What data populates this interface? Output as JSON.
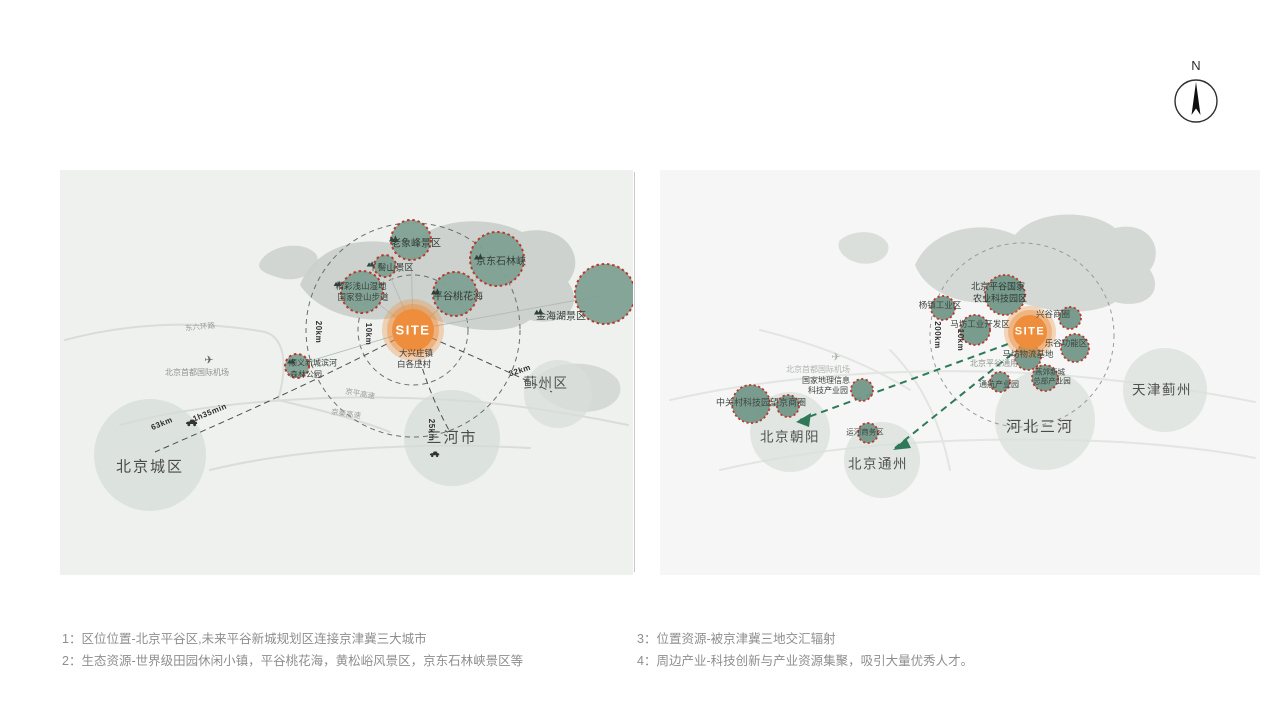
{
  "compass": {
    "n": "N"
  },
  "left_map": {
    "site": "SITE",
    "site_town": "大兴庄镇",
    "site_village": "白各庄村",
    "spots": {
      "laoxiangfeng": "老象峰景区",
      "yajishan": "丫髻山景区",
      "shilinxia": "京东石林峡",
      "taohuahai": "平谷桃花海",
      "jinhaihu": "金海湖景区",
      "trail_line1": "精彩浅山湿地",
      "trail_line2": "国家登山步道",
      "shunyi_line1": "顺义新城滨河",
      "shunyi_line2": "森林公园"
    },
    "cities": {
      "beijing": "北京城区",
      "sanhe": "三河市",
      "jizhou": "蓟州区"
    },
    "roads": {
      "dongliuhuan": "东六环路",
      "jingping": "京平高速",
      "jingqin": "京秦高速"
    },
    "airport": "北京首都国际机场",
    "distances": {
      "ring_outer": "20km",
      "ring_inner": "10km",
      "to_beijing": "63km",
      "to_beijing_time": "1h35min",
      "to_sanhe": "25km",
      "to_jizhou": "32km"
    }
  },
  "right_map": {
    "site": "SITE",
    "parks": {
      "zhongguancun": "中关村科技园",
      "wangjing": "望京商圈",
      "geo_line1": "国家地理信息",
      "geo_line2": "科技产业园",
      "yunhe": "运河商务区",
      "yangzhen": "杨镇工业区",
      "mafang_industry": "马坊工业开发区",
      "agri_line1": "北京平谷国家",
      "agri_line2": "农业科技园区",
      "xinggu": "兴谷商圈",
      "legu": "乐谷功能区",
      "mafang_logistics": "马坊物流基地",
      "tongyong": "北京平谷通用",
      "tonghang": "通航产业园",
      "yanjiao_line1": "燕郊新城",
      "yanjiao_line2": "总部产业园"
    },
    "cities": {
      "chaoyang": "北京朝阳",
      "tongzhou": "北京通州",
      "sanhe": "河北三河",
      "jizhou": "天津蓟州"
    },
    "airport": "北京首都国际机场",
    "distances": {
      "ring_outer": "200km",
      "ring_inner": "10km"
    }
  },
  "captions": {
    "left": [
      "1：区位位置-北京平谷区,未来平谷新城规划区连接京津冀三大城市",
      "2：生态资源-世界级田园休闲小镇，平谷桃花海，黄松峪风景区，京东石林峡景区等"
    ],
    "right": [
      "3：位置资源-被京津冀三地交汇辐射",
      "4：周边产业-科技创新与产业资源集聚，吸引大量优秀人才。"
    ]
  },
  "colors": {
    "site_orange": "#ee8e3c",
    "spot_green": "#7fa093",
    "spot_border_red": "#b73a2c",
    "arrow_green": "#2e7a58"
  }
}
